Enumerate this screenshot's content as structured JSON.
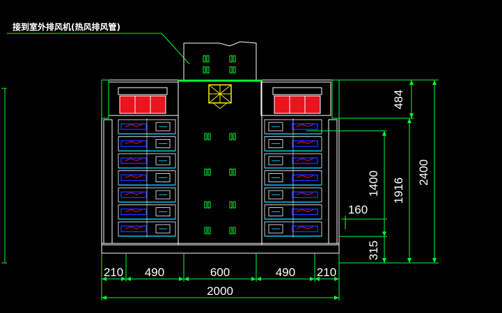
{
  "annotation": "接到室外排风机(热风排风管)",
  "dimensions": {
    "bottom_segments": [
      "210",
      "490",
      "600",
      "490",
      "210"
    ],
    "total_width": "2000",
    "right_top": "484",
    "right_total": "2400",
    "right_stack": "1916",
    "right_inner": "1400",
    "right_gap": "160",
    "right_base": "315"
  },
  "colors": {
    "background": "#000000",
    "dimension_line": "#00ff33",
    "cabinet_line": "#ffffff",
    "transformer": "#e8141e",
    "slot": "#1a2cff",
    "rail": "#00c8ff",
    "fan": "#ffee00",
    "vent": "#00ff33"
  }
}
